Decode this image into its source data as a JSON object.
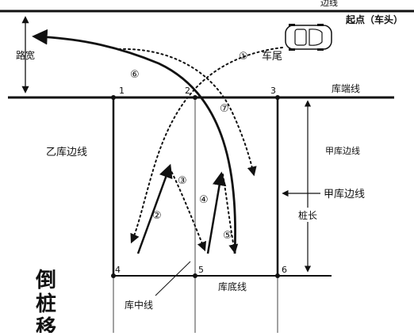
{
  "labels": {
    "edge_line": "边线",
    "start_point": "起点（车头）",
    "tail": "车尾",
    "road_width": "路宽",
    "lot_end_line": "库端线",
    "left_side_line": "乙库边线",
    "right_side_line_inner": "甲库边线",
    "right_side_line_outer": "甲库边线",
    "pile_length": "桩长",
    "center_line": "库中线",
    "bottom_line": "库底线",
    "title_big": "倒桩移"
  },
  "points": [
    "1",
    "2",
    "3",
    "4",
    "5",
    "6"
  ],
  "steps": [
    "①",
    "②",
    "③",
    "④",
    "⑤",
    "⑥",
    "⑦"
  ],
  "colors": {
    "line": "#111111",
    "background": "#ffffff"
  }
}
